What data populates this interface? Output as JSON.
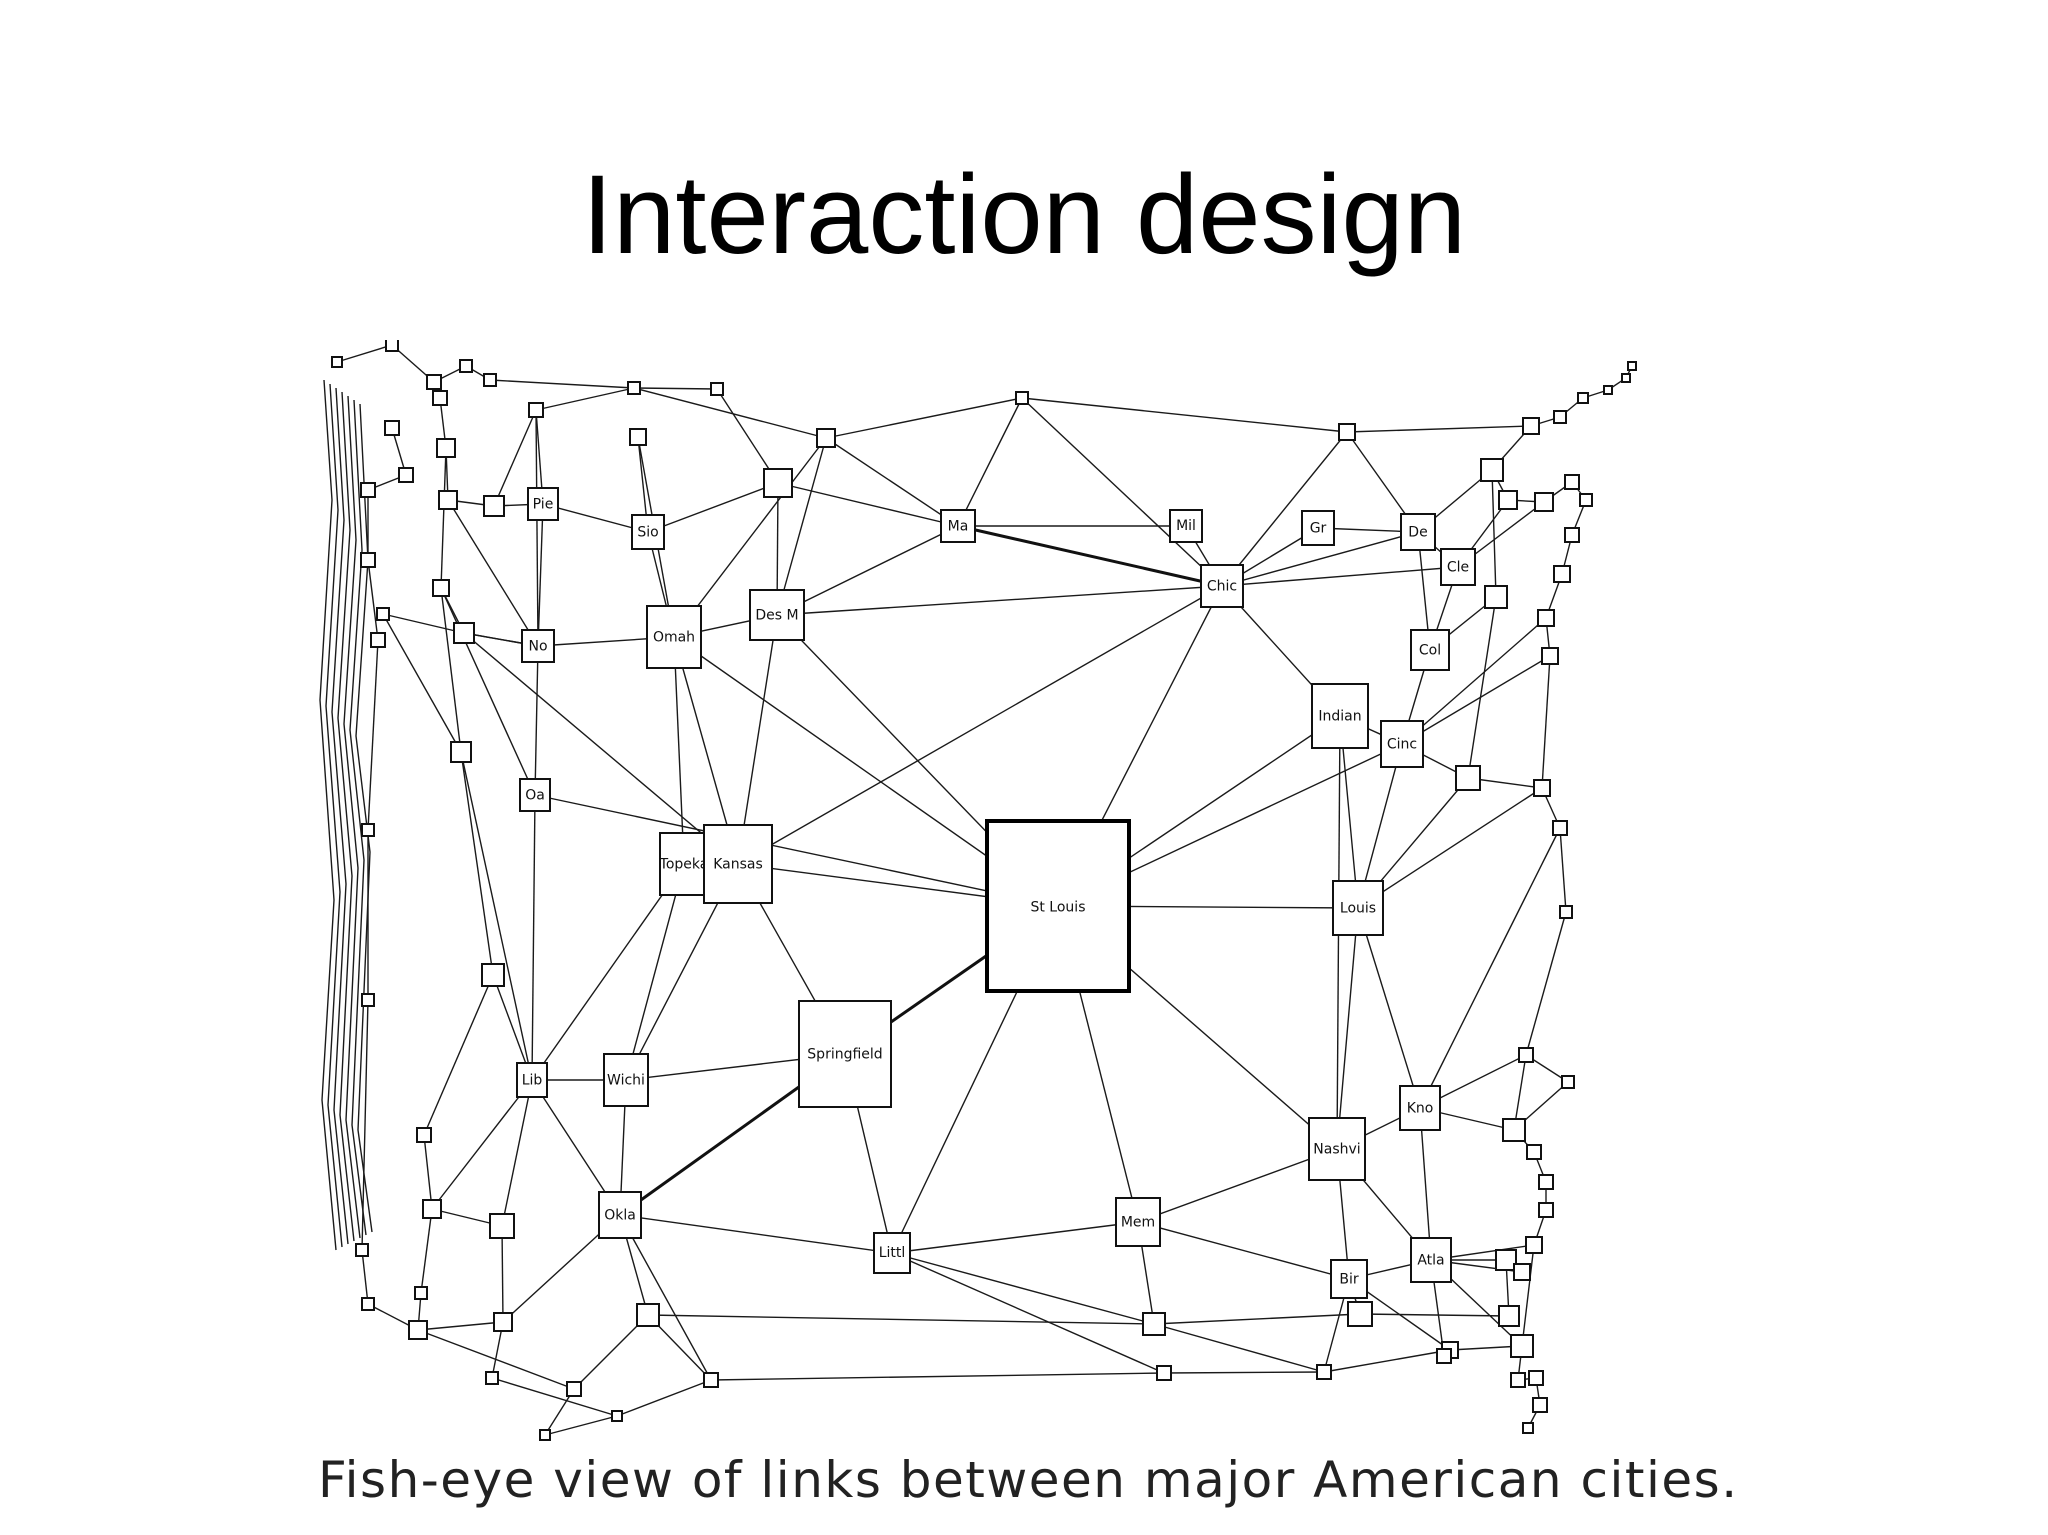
{
  "slide": {
    "title": "Interaction design",
    "caption": "Fish-eye view of links between major American cities."
  },
  "diagram": {
    "type": "fisheye-network",
    "labeled_nodes": [
      {
        "id": "stl",
        "label": "St Louis"
      },
      {
        "id": "pie",
        "label": "Pie"
      },
      {
        "id": "sio",
        "label": "Sio"
      },
      {
        "id": "ma",
        "label": "Ma"
      },
      {
        "id": "mil",
        "label": "Mil"
      },
      {
        "id": "gr",
        "label": "Gr"
      },
      {
        "id": "de",
        "label": "De"
      },
      {
        "id": "cle",
        "label": "Cle"
      },
      {
        "id": "chic",
        "label": "Chic"
      },
      {
        "id": "no",
        "label": "No"
      },
      {
        "id": "omah",
        "label": "Omah"
      },
      {
        "id": "desm",
        "label": "Des M"
      },
      {
        "id": "col",
        "label": "Col"
      },
      {
        "id": "indian",
        "label": "Indian"
      },
      {
        "id": "cinc",
        "label": "Cinc"
      },
      {
        "id": "oa",
        "label": "Oa"
      },
      {
        "id": "topeka",
        "label": "Topeka"
      },
      {
        "id": "kansas",
        "label": "Kansas"
      },
      {
        "id": "louis",
        "label": "Louis"
      },
      {
        "id": "springfield",
        "label": "Springfield"
      },
      {
        "id": "lib",
        "label": "Lib"
      },
      {
        "id": "wichi",
        "label": "Wichi"
      },
      {
        "id": "kno",
        "label": "Kno"
      },
      {
        "id": "nashvi",
        "label": "Nashvi"
      },
      {
        "id": "okla",
        "label": "Okla"
      },
      {
        "id": "mem",
        "label": "Mem"
      },
      {
        "id": "littl",
        "label": "Littl"
      },
      {
        "id": "bir",
        "label": "Bir"
      },
      {
        "id": "atla",
        "label": "Atla"
      }
    ]
  }
}
